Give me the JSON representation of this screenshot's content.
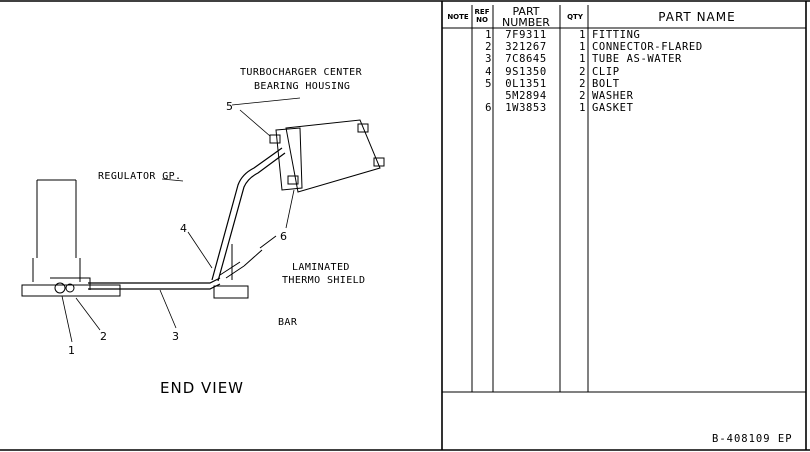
{
  "drawing": {
    "view_title": "END VIEW",
    "labels": {
      "turbo_line1": "TURBOCHARGER CENTER",
      "turbo_line2": "BEARING HOUSING",
      "regulator": "REGULATOR GP.",
      "shield_line1": "LAMINATED",
      "shield_line2": "THERMO SHIELD",
      "bar": "BAR"
    },
    "callouts": {
      "c1": "1",
      "c2": "2",
      "c3": "3",
      "c4": "4",
      "c5": "5",
      "c6": "6"
    }
  },
  "parts_table": {
    "headers": {
      "note": "NOTE",
      "ref_line1": "REF",
      "ref_line2": "NO",
      "part_line1": "PART",
      "part_line2": "NUMBER",
      "qty": "QTY",
      "name": "PART NAME"
    },
    "rows": [
      {
        "ref": "1",
        "part": "7F9311",
        "qty": "1",
        "name": "FITTING"
      },
      {
        "ref": "2",
        "part": "321267",
        "qty": "1",
        "name": "CONNECTOR-FLARED"
      },
      {
        "ref": "3",
        "part": "7C8645",
        "qty": "1",
        "name": "TUBE AS-WATER"
      },
      {
        "ref": "4",
        "part": "9S1350",
        "qty": "2",
        "name": "CLIP"
      },
      {
        "ref": "5",
        "part": "0L1351",
        "qty": "2",
        "name": "BOLT"
      },
      {
        "ref": "",
        "part": "5M2894",
        "qty": "2",
        "name": "WASHER"
      },
      {
        "ref": "6",
        "part": "1W3853",
        "qty": "1",
        "name": "GASKET"
      }
    ]
  },
  "footer": {
    "drawing_id": "B-408109 EP"
  }
}
